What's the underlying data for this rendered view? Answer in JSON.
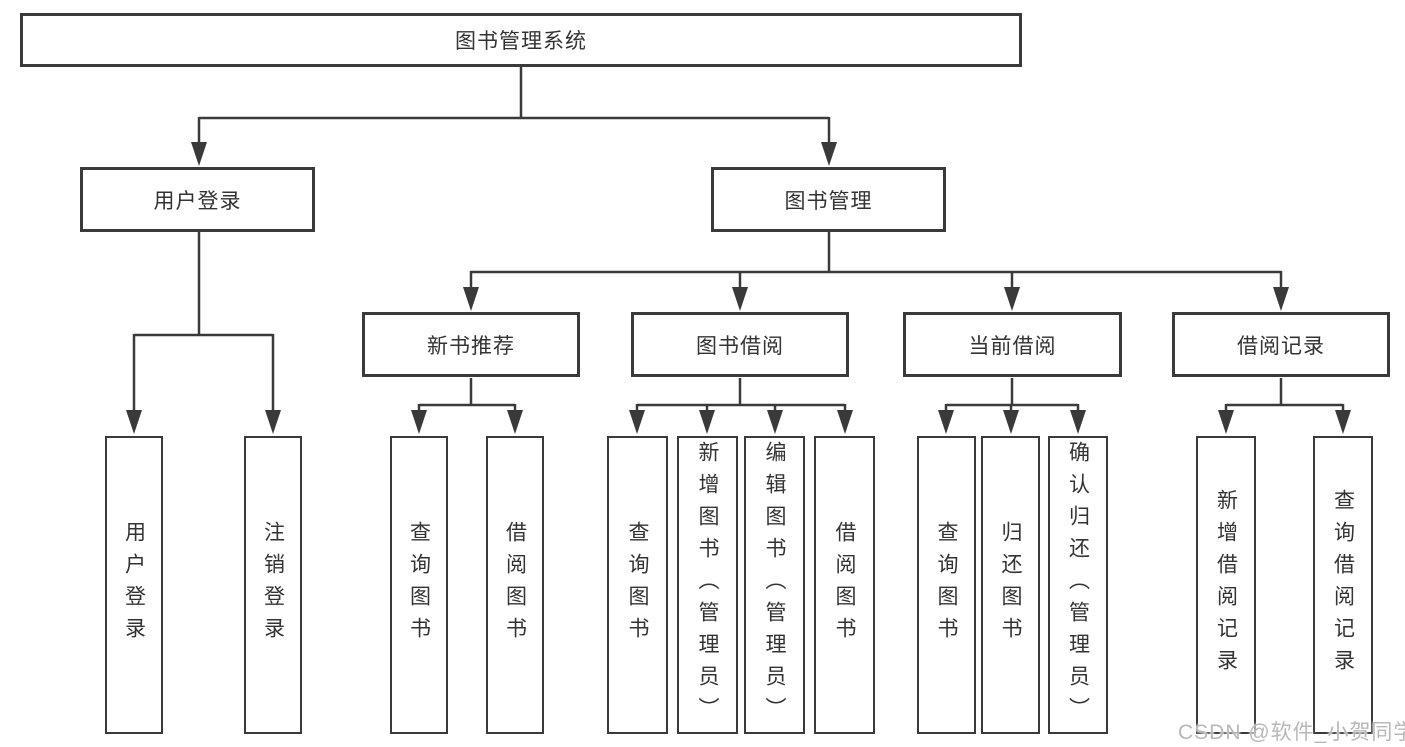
{
  "diagram": {
    "root": "图书管理系统",
    "branches": [
      {
        "label": "用户登录",
        "children": [
          "用户登录",
          "注销登录"
        ]
      },
      {
        "label": "图书管理",
        "sections": [
          {
            "label": "新书推荐",
            "children": [
              "查询图书",
              "借阅图书"
            ]
          },
          {
            "label": "图书借阅",
            "children": [
              "查询图书",
              "新增图书（管理员）",
              "编辑图书（管理员）",
              "借阅图书"
            ]
          },
          {
            "label": "当前借阅",
            "children": [
              "查询图书",
              "归还图书",
              "确认归还（管理员）"
            ]
          },
          {
            "label": "借阅记录",
            "children": [
              "新增借阅记录",
              "查询借阅记录"
            ]
          }
        ]
      }
    ]
  },
  "watermark": "CSDN @软件_小贺同学",
  "colors": {
    "line": "#3a3a3a",
    "text": "#333333",
    "watermark": "#b8b8b8"
  }
}
